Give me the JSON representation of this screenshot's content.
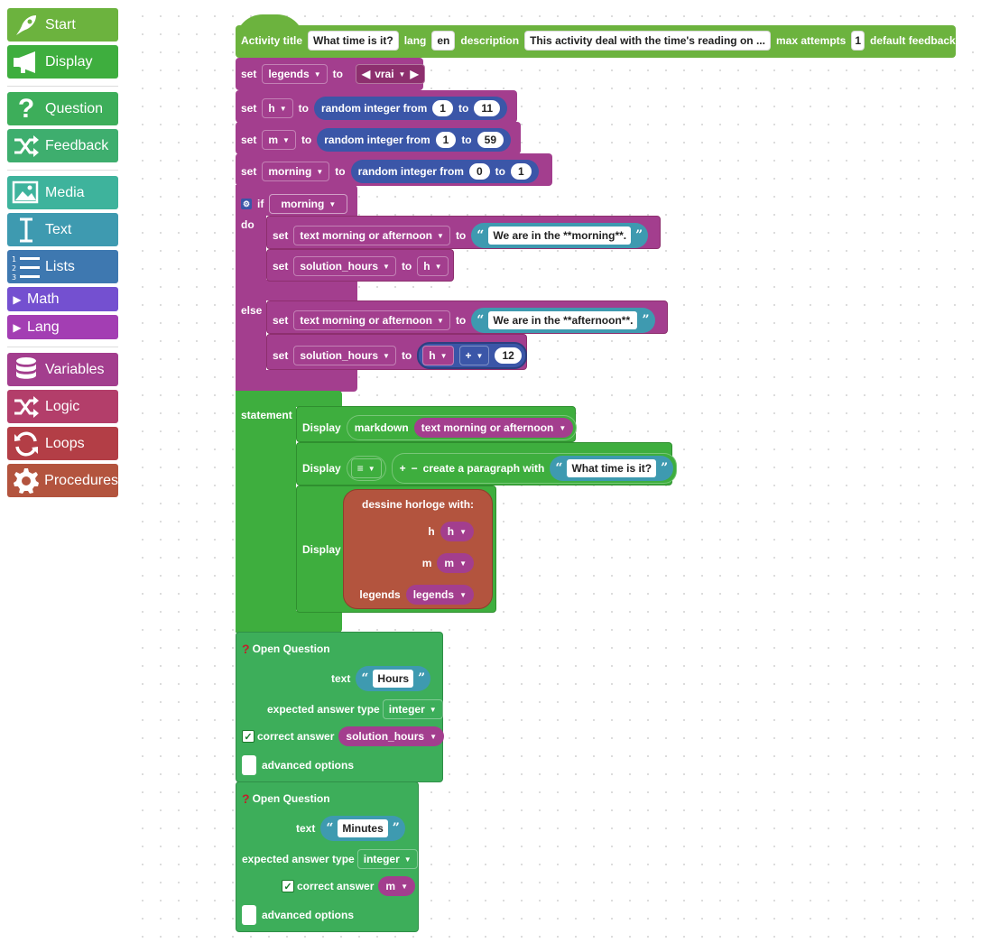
{
  "colors": {
    "start": "#6cb33e",
    "display": "#3eae3e",
    "question": "#3dae5a",
    "feedback": "#3eae6e",
    "media": "#3eb39c",
    "text": "#3e9ab0",
    "lists": "#3e78b0",
    "math": "#7450d0",
    "lang": "#a33eb3",
    "variables": "#a33e8e",
    "logic": "#b33e6a",
    "loops": "#b33e46",
    "procedures": "#b3543e"
  },
  "toolbox": {
    "start": "Start",
    "display": "Display",
    "question": "Question",
    "feedback": "Feedback",
    "media": "Media",
    "text": "Text",
    "lists": "Lists",
    "math": "Math",
    "lang": "Lang",
    "variables": "Variables",
    "logic": "Logic",
    "loops": "Loops",
    "procedures": "Procedures"
  },
  "activity": {
    "title_label": "Activity title",
    "title_value": "What time is it?",
    "lang_label": "lang",
    "lang_value": "en",
    "desc_label": "description",
    "desc_value": "This activity deal with the time's reading on ...",
    "attempts_label": "max attempts",
    "attempts_value": "1",
    "feedback_label": "default feedback"
  },
  "kw": {
    "set": "set",
    "to": "to",
    "if": "if",
    "do": "do",
    "else": "else",
    "random": "random integer from",
    "statement": "statement",
    "display": "Display",
    "markdown": "markdown",
    "paragraph": "create a paragraph with",
    "plus": "+",
    "minus": "−",
    "open_question": "Open Question",
    "text": "text",
    "expected": "expected answer type",
    "correct": "correct answer",
    "advanced": "advanced options",
    "draw": "dessine horloge",
    "with": "with:",
    "h": "h",
    "m": "m",
    "legends": "legends"
  },
  "vars": {
    "legends": "legends",
    "h": "h",
    "m": "m",
    "morning": "morning",
    "tmoa": "text morning or afternoon",
    "solution_hours": "solution_hours",
    "vrai": "vrai"
  },
  "numbers": {
    "h_from": "1",
    "h_to": "11",
    "m_from": "1",
    "m_to": "59",
    "mo_from": "0",
    "mo_to": "1",
    "plus_val": "12"
  },
  "strings": {
    "morning": "We are in the **morning**.",
    "afternoon": "We are in the **afternoon**.",
    "what_time": "What time is it?",
    "hours": "Hours",
    "minutes": "Minutes"
  },
  "types": {
    "integer": "integer",
    "op_plus": "+"
  }
}
